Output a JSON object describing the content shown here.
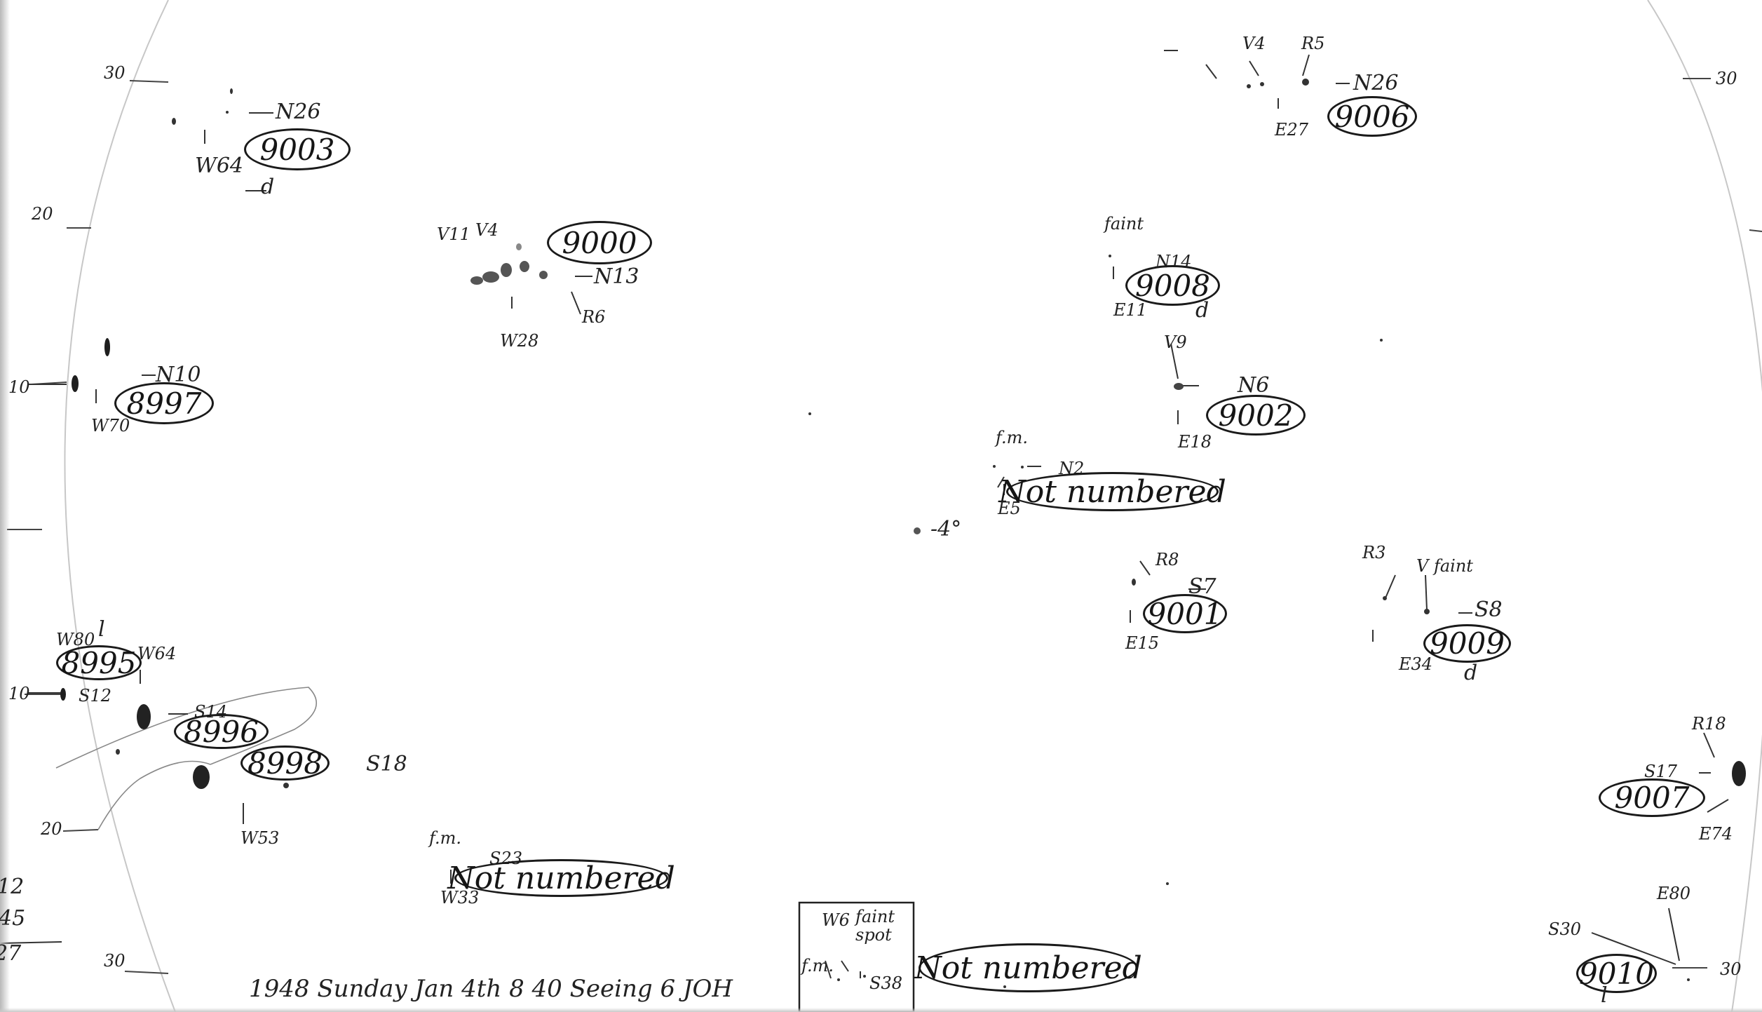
{
  "scale": {
    "top_left": "30",
    "top_right": "30",
    "left_upper": "20",
    "left_center": "10",
    "left_lower_10": "10",
    "left_lower_20": "20",
    "bottom_left": "30",
    "bottom_right": "30"
  },
  "groups": [
    {
      "number": "9003",
      "north": "N26",
      "offset": "W64",
      "extra": "d"
    },
    {
      "number": "9000",
      "north": "N13",
      "offset": "W28",
      "tag_left": "V11",
      "tag_mid": "V4",
      "tag_right": "R6"
    },
    {
      "number": "8997",
      "north": "N10",
      "offset": "W70"
    },
    {
      "number": "9006",
      "north": "N26",
      "offset": "E27",
      "tag_left": "V4",
      "tag_right": "R5"
    },
    {
      "number": "9008",
      "north": "N14",
      "offset": "E11",
      "tag": "faint",
      "extra": "d"
    },
    {
      "number": "9002",
      "north": "N6",
      "offset": "E18",
      "tag": "V9"
    },
    {
      "number": "9001",
      "south": "S7",
      "offset": "E15",
      "tag": "R8"
    },
    {
      "number": "9009",
      "south": "S8",
      "offset": "E34",
      "tag_left": "R3",
      "tag_right": "V faint",
      "extra": "d"
    },
    {
      "number": "8995",
      "south": "S12",
      "offset": "W80",
      "extra": "l"
    },
    {
      "number": "8996",
      "south": "S14",
      "offset": "W64"
    },
    {
      "number": "8998",
      "south": "S18",
      "offset": "W53"
    },
    {
      "number": "9007",
      "south": "S17",
      "offset": "E74",
      "tag": "R18"
    },
    {
      "number": "9010",
      "south": "S30",
      "offset": "E80",
      "extra": "l"
    }
  ],
  "unnumbered": [
    {
      "label": "Not numbered",
      "tag": "f.m.",
      "north": "N2",
      "offset": "E5",
      "angle": "-4°"
    },
    {
      "label": "Not numbered",
      "tag": "f.m.",
      "south": "S23",
      "offset": "W33"
    },
    {
      "label": "Not numbered",
      "box": {
        "w": "W6",
        "faint_spot": "faint spot",
        "fm": "f.m.",
        "south": "S38"
      }
    }
  ],
  "margin_notes": {
    "line1": "12",
    "line2": "45",
    "line3": "27"
  },
  "footer": {
    "note": "1948 Sunday Jan 4th 8 40 Seeing 6 JOH"
  }
}
